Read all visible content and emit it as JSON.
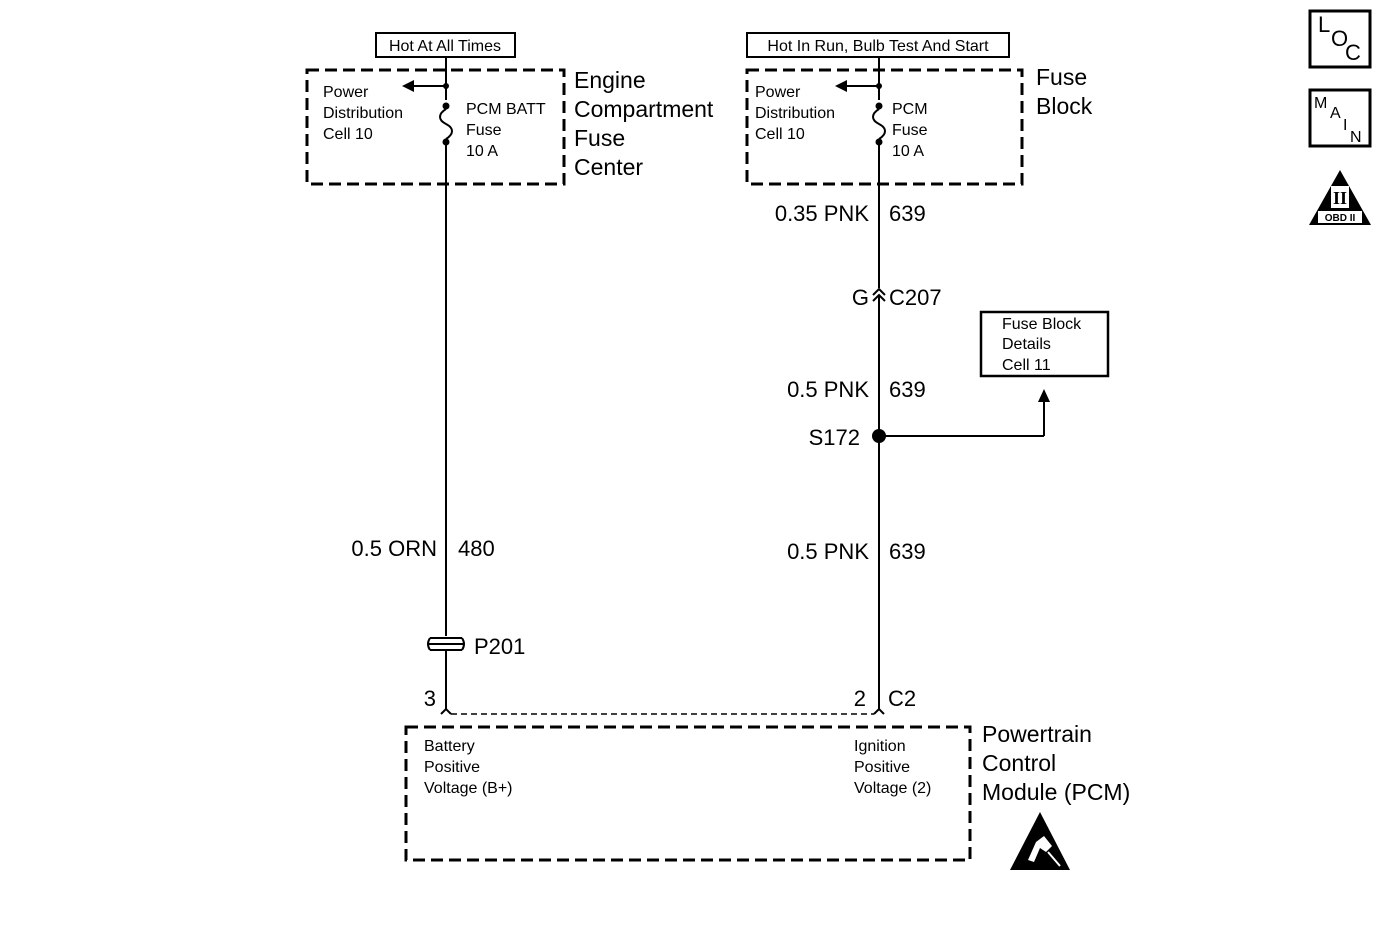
{
  "feeds": {
    "left": "Hot At All Times",
    "right": "Hot In Run, Bulb Test And Start"
  },
  "ecfc": {
    "title_lines": [
      "Engine",
      "Compartment",
      "Fuse",
      "Center"
    ],
    "ref_lines": [
      "Power",
      "Distribution",
      "Cell 10"
    ],
    "fuse_lines": [
      "PCM BATT",
      "Fuse",
      "10 A"
    ]
  },
  "fuse_block": {
    "title_lines": [
      "Fuse",
      "Block"
    ],
    "ref_lines": [
      "Power",
      "Distribution",
      "Cell 10"
    ],
    "fuse_lines": [
      "PCM",
      "Fuse",
      "10 A"
    ]
  },
  "wires": {
    "left_wire": {
      "gauge_color": "0.5 ORN",
      "circuit": "480"
    },
    "right_wire_1": {
      "gauge_color": "0.35 PNK",
      "circuit": "639"
    },
    "right_wire_2": {
      "gauge_color": "0.5 PNK",
      "circuit": "639"
    },
    "right_wire_3": {
      "gauge_color": "0.5 PNK",
      "circuit": "639"
    }
  },
  "connectors": {
    "c207_pin": "G",
    "c207": "C207",
    "splice": "S172",
    "passthrough": "P201",
    "pcm_pin_left": "3",
    "pcm_pin_right": "2",
    "pcm_connector": "C2"
  },
  "fuse_block_details": [
    "Fuse Block",
    "Details",
    "Cell 11"
  ],
  "pcm": {
    "title_lines": [
      "Powertrain",
      "Control",
      "Module (PCM)"
    ],
    "left_input_lines": [
      "Battery",
      "Positive",
      "Voltage (B+)"
    ],
    "right_input_lines": [
      "Ignition",
      "Positive",
      "Voltage (2)"
    ]
  },
  "icons": {
    "loc": [
      "L",
      "O",
      "C"
    ],
    "main": [
      "M",
      "A",
      "I",
      "N"
    ],
    "obd_numeral": "II",
    "obd_label": "OBD II",
    "esd": "esd-warning-icon"
  }
}
